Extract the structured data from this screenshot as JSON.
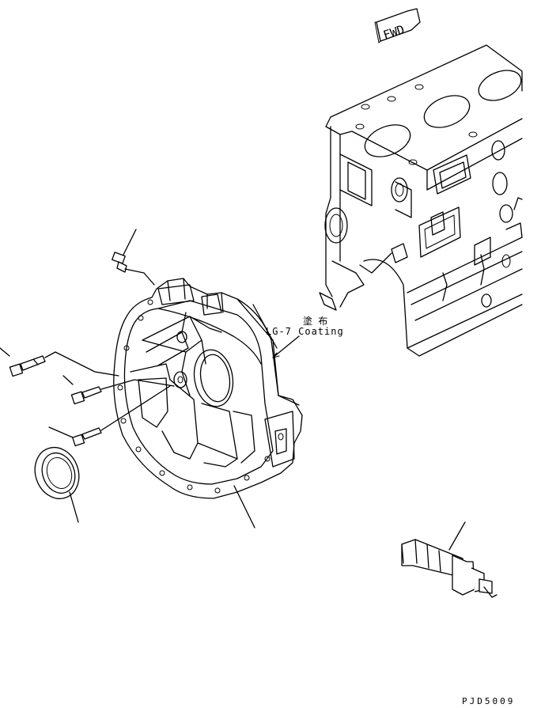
{
  "direction_arrow": {
    "label": "FWD"
  },
  "coating_note": {
    "kanji": "塗 布",
    "text": "LG-7 Coating"
  },
  "drawing_code": "PJD5009"
}
